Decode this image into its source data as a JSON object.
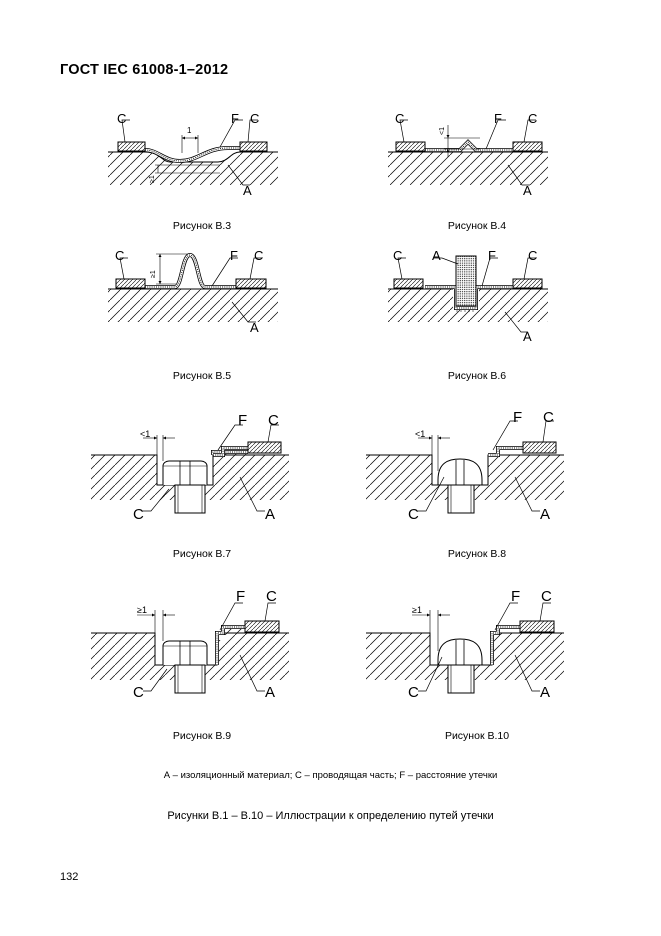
{
  "header": {
    "standard": "ГОСТ  IEC 61008-1–2012"
  },
  "figures": [
    {
      "id": "b3",
      "caption": "Рисунок В.3",
      "labels": {
        "c1": "C",
        "c2": "C",
        "f": "F",
        "a": "A",
        "d1": "1",
        "d2": "≥1"
      }
    },
    {
      "id": "b4",
      "caption": "Рисунок В.4",
      "labels": {
        "c1": "C",
        "c2": "C",
        "f": "F",
        "a": "A",
        "d1": "<1"
      }
    },
    {
      "id": "b5",
      "caption": "Рисунок В.5",
      "labels": {
        "c1": "C",
        "c2": "C",
        "f": "F",
        "a": "A",
        "d1": "≥1"
      }
    },
    {
      "id": "b6",
      "caption": "Рисунок В.6",
      "labels": {
        "c1": "C",
        "c2": "C",
        "f": "F",
        "a1": "A",
        "a2": "A"
      }
    },
    {
      "id": "b7",
      "caption": "Рисунок В.7",
      "labels": {
        "c1": "C",
        "c2": "C",
        "f": "F",
        "a": "A",
        "d1": "<1"
      }
    },
    {
      "id": "b8",
      "caption": "Рисунок В.8",
      "labels": {
        "c1": "C",
        "c2": "C",
        "f": "F",
        "a": "A",
        "d1": "<1"
      }
    },
    {
      "id": "b9",
      "caption": "Рисунок В.9",
      "labels": {
        "c1": "C",
        "c2": "C",
        "f": "F",
        "a": "A",
        "d1": "≥1"
      }
    },
    {
      "id": "b10",
      "caption": "Рисунок В.10",
      "labels": {
        "c1": "C",
        "c2": "C",
        "f": "F",
        "a": "A",
        "d1": "≥1"
      }
    }
  ],
  "legend": "А – изоляционный материал; С – проводящая часть; F – расстояние утечки",
  "figure_title": "Рисунки В.1 – В.10 – Иллюстрации к определению путей утечки",
  "page_number": "132"
}
